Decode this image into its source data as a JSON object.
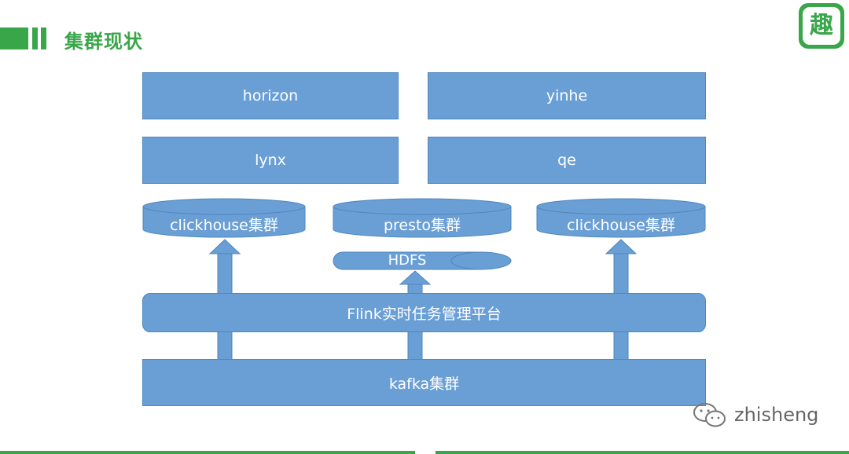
{
  "header": {
    "title": "集群现状",
    "logo_char": "趣"
  },
  "diagram": {
    "top_left": "horizon",
    "top_right": "yinhe",
    "mid_left": "lynx",
    "mid_right": "qe",
    "cyl_left": "clickhouse集群",
    "cyl_center": "presto集群",
    "cyl_right": "clickhouse集群",
    "hdfs": "HDFS",
    "flink": "Flink实时任务管理平台",
    "kafka": "kafka集群"
  },
  "watermark": {
    "text": "zhisheng"
  }
}
